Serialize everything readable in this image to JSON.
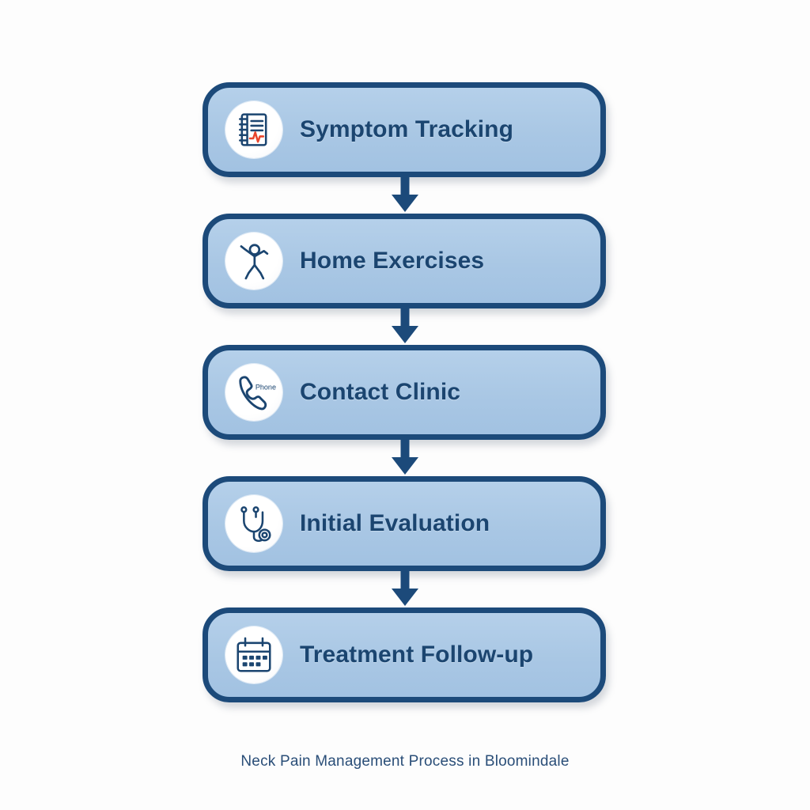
{
  "caption": "Neck Pain Management Process in Bloomindale",
  "colors": {
    "node_fill": "#AECBE8",
    "node_border": "#1C4A7A",
    "label_text": "#1B4570",
    "arrow": "#1C4A7A",
    "caption_text": "#2A4E78",
    "background": "#FDFDFD",
    "icon_stroke": "#1B4570",
    "accent_red": "#E8452C",
    "icon_badge_fill": "#FFFFFF"
  },
  "flow": {
    "orientation": "vertical-top-to-bottom",
    "connector_label": "",
    "nodes": [
      {
        "id": "symptom-tracking",
        "label": "Symptom Tracking",
        "icon": "notebook-pulse-icon",
        "icon_text": ""
      },
      {
        "id": "home-exercises",
        "label": "Home Exercises",
        "icon": "exercising-person-icon",
        "icon_text": ""
      },
      {
        "id": "contact-clinic",
        "label": "Contact Clinic",
        "icon": "phone-handset-icon",
        "icon_text": "Phone"
      },
      {
        "id": "initial-evaluation",
        "label": "Initial Evaluation",
        "icon": "stethoscope-icon",
        "icon_text": ""
      },
      {
        "id": "treatment-followup",
        "label": "Treatment Follow-up",
        "icon": "calendar-icon",
        "icon_text": ""
      }
    ]
  }
}
